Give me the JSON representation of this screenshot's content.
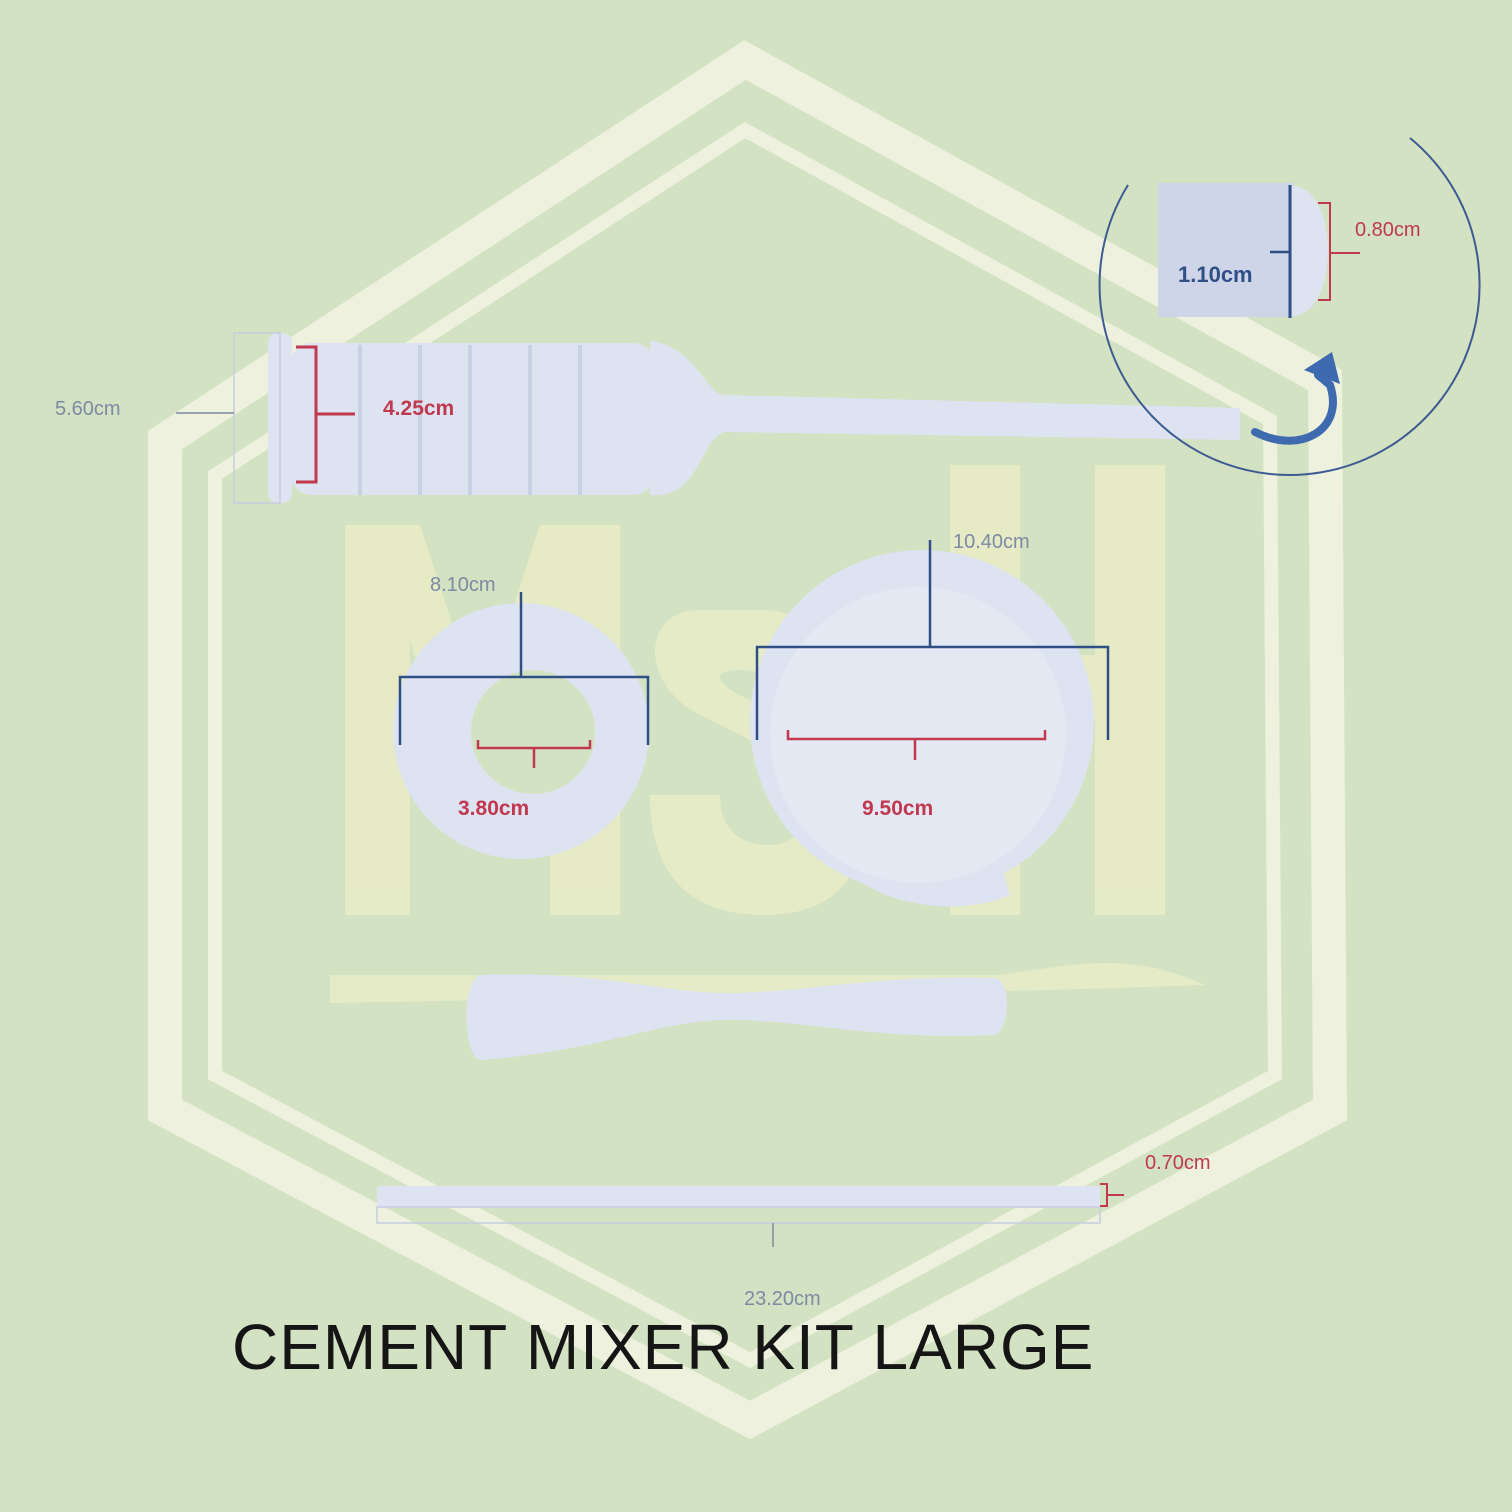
{
  "title": "CEMENT MIXER KIT LARGE",
  "watermark": {
    "text": "MSH"
  },
  "colors": {
    "background": "#d3e2c3",
    "watermark": "#e8ecc7",
    "part": "#dde3f1",
    "red_dimension": "#c0394f",
    "blue_dimension": "#2f4f86",
    "grey_text": "#7d8aa3"
  },
  "parts": {
    "syringe": {
      "width_outer": "5.60cm",
      "width_inner": "4.25cm"
    },
    "nozzle_cap": {
      "outer": "1.10cm",
      "inner": "0.80cm",
      "arrow_icon": "curved-arrow-icon"
    },
    "ring": {
      "outer": "8.10cm",
      "inner": "3.80cm"
    },
    "bowl": {
      "outer": "10.40cm",
      "inner": "9.50cm"
    },
    "rod": {
      "length": "23.20cm",
      "thickness": "0.70cm"
    }
  }
}
